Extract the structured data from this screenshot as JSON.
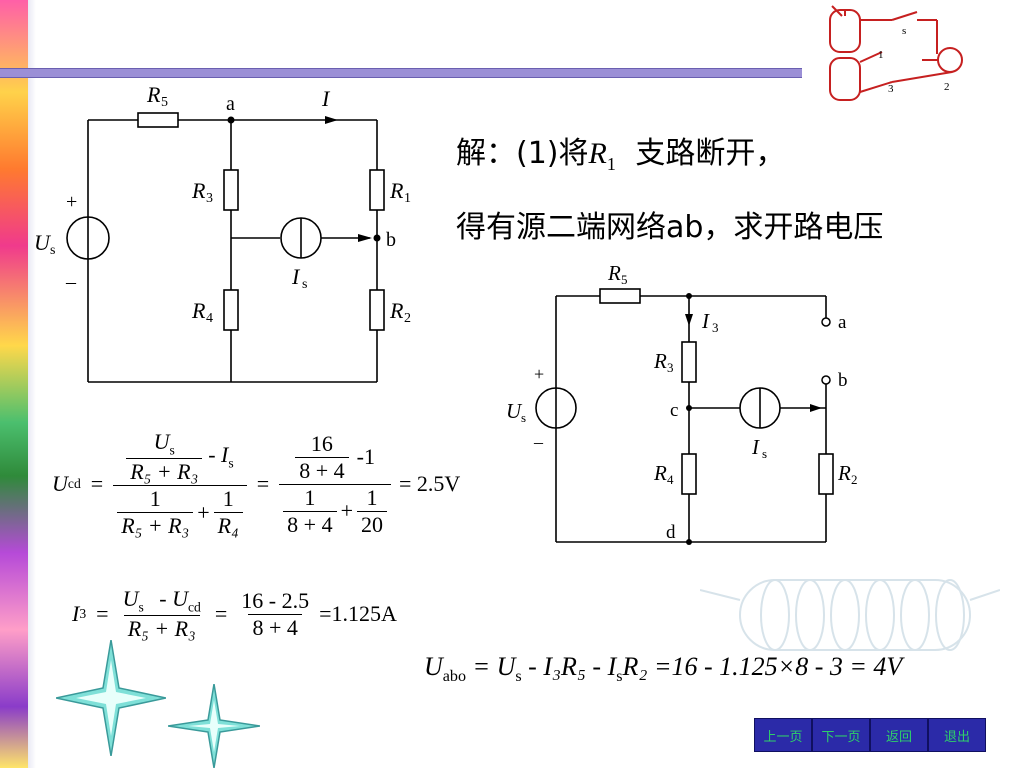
{
  "text": {
    "line1": "解：(1)将",
    "line1_var": "R",
    "line1_sub": "1",
    "line1_end": "支路断开，",
    "line2": "得有源二端网络ab，求开路电压"
  },
  "circuit1": {
    "r5": "R",
    "r5_sub": "5",
    "a": "a",
    "i": "I",
    "r3": "R",
    "r3_sub": "3",
    "r1": "R",
    "r1_sub": "1",
    "plus": "+",
    "us": "U",
    "us_sub": "s",
    "minus": "–",
    "b": "b",
    "is": "I",
    "is_sub": "s",
    "r4": "R",
    "r4_sub": "4",
    "r2": "R",
    "r2_sub": "2"
  },
  "circuit2": {
    "r5": "R",
    "r5_sub": "5",
    "a": "a",
    "i3": "I",
    "i3_sub": "3",
    "r3": "R",
    "r3_sub": "3",
    "b": "b",
    "plus": "+",
    "us": "U",
    "us_sub": "s",
    "minus": "–",
    "c": "c",
    "is": "I",
    "is_sub": "s",
    "r4": "R",
    "r4_sub": "4",
    "r2": "R",
    "r2_sub": "2",
    "d": "d"
  },
  "formulas": {
    "ucd_lhs": "U",
    "ucd_sub": "cd",
    "f1_num_a_top": "U",
    "f1_num_a_top_sub": "s",
    "f1_num_a_bot": "R₅ + R₃",
    "f1_num_b": "- I",
    "f1_num_b_sub": "s",
    "f1_den_a_top": "1",
    "f1_den_a_bot": "R₅ + R₃",
    "f1_den_plus": "+",
    "f1_den_b_top": "1",
    "f1_den_b_bot": "R₄",
    "f2_num_a_top": "16",
    "f2_num_a_bot": "8 + 4",
    "f2_num_b": "-1",
    "f2_den_a_top": "1",
    "f2_den_a_bot": "8 + 4",
    "f2_den_plus": "+",
    "f2_den_b_top": "1",
    "f2_den_b_bot": "20",
    "ucd_result": "= 2.5V",
    "i3_lhs": "I",
    "i3_sub": "3",
    "i3_num": "U",
    "i3_num_sub": "s",
    "i3_num_mid": " - U",
    "i3_num_sub2": "cd",
    "i3_den": "R₅ + R₃",
    "i3_num2": "16 - 2.5",
    "i3_den2": "8 + 4",
    "i3_result": "=1.125A",
    "uabo": "U",
    "uabo_sub": "abo",
    "uabo_rhs": "= U",
    "uabo_rhs_sub": "s",
    "uabo_rest": " - I₃R₅ - I",
    "uabo_rest_sub": "s",
    "uabo_tail": "R₂ =16 - 1.125×8 - 3 = 4V"
  },
  "icon_labels": {
    "s": "s",
    "n1": "1",
    "n2": "2",
    "n3": "3"
  },
  "nav": {
    "prev": "上一页",
    "next": "下一页",
    "back": "返回",
    "exit": "退出"
  },
  "colors": {
    "accent_bar": "#9b8fd6",
    "nav_bg": "#2b2aa8",
    "nav_text": "#2fd06a",
    "icon_red": "#c62020"
  }
}
